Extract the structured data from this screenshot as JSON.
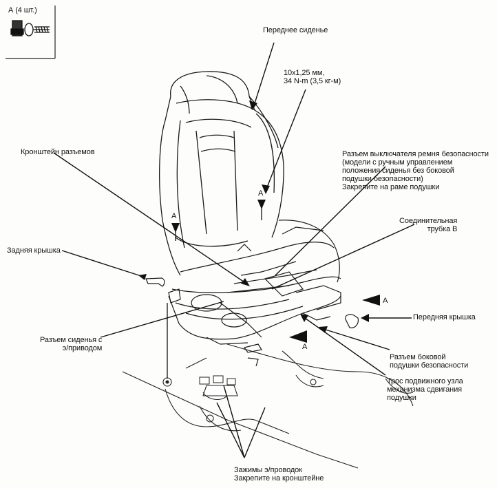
{
  "parts_box": {
    "title": "А (4 шт.)"
  },
  "marker": "A",
  "labels": {
    "front_seat": "Переднее сиденье",
    "torque": [
      "10x1,25 мм,",
      "34 N-m (3,5 кг-м)"
    ],
    "connector_bracket": "Кронштейн разъемов",
    "seatbelt_switch": [
      "Разъем выключателя ремня безопасности",
      "(модели с ручным управлением",
      "положения сиденья без боковой",
      "подушки безопасности)",
      "Закрепите на раме подушки"
    ],
    "connecting_tube": [
      "Соединительная",
      "трубка В"
    ],
    "rear_cover": "Задняя крышка",
    "front_cover": "Передняя крышка",
    "power_seat_connector": [
      "Разъем сиденья с",
      "э/приводом"
    ],
    "side_airbag_connector": [
      "Разъем боковой",
      "подушки безопасности"
    ],
    "cable": [
      "Трос подвижного узла",
      "механизма сдвигания",
      "подушки"
    ],
    "clamps": [
      "Зажимы э/проводок",
      "Закрепите на кронштейне"
    ]
  }
}
